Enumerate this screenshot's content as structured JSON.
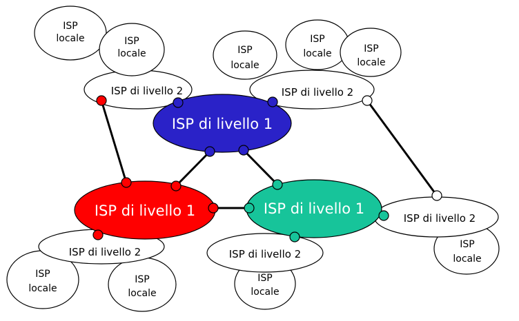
{
  "colors": {
    "tier1_blue": "#2a22c8",
    "tier1_red": "#ff0000",
    "tier1_green": "#17c49a",
    "outline": "#000000",
    "empty_dot": "#ffffff"
  },
  "tier1": {
    "blue": {
      "label": "ISP di livello 1"
    },
    "red": {
      "label": "ISP di livello 1"
    },
    "green": {
      "label": "ISP di livello 1"
    }
  },
  "tier2": {
    "top_left": {
      "label": "ISP di livello 2"
    },
    "top_right": {
      "label": "ISP di livello 2"
    },
    "bottom_left": {
      "label": "ISP di livello 2"
    },
    "bottom_mid": {
      "label": "ISP di livello 2"
    },
    "right": {
      "label": "ISP di livello 2"
    }
  },
  "local": {
    "tl1": {
      "line1": "ISP",
      "line2": "locale"
    },
    "tl2": {
      "line1": "ISP",
      "line2": "locale"
    },
    "tr1": {
      "line1": "ISP",
      "line2": "locale"
    },
    "tr2": {
      "line1": "ISP",
      "line2": "locale"
    },
    "tr3": {
      "line1": "ISP",
      "line2": "locale"
    },
    "bl1": {
      "line1": "ISP",
      "line2": "locale"
    },
    "bl2": {
      "line1": "ISP",
      "line2": "locale"
    },
    "bm1": {
      "line1": "ISP",
      "line2": "locale"
    },
    "r1": {
      "line1": "ISP",
      "line2": "locale"
    }
  }
}
